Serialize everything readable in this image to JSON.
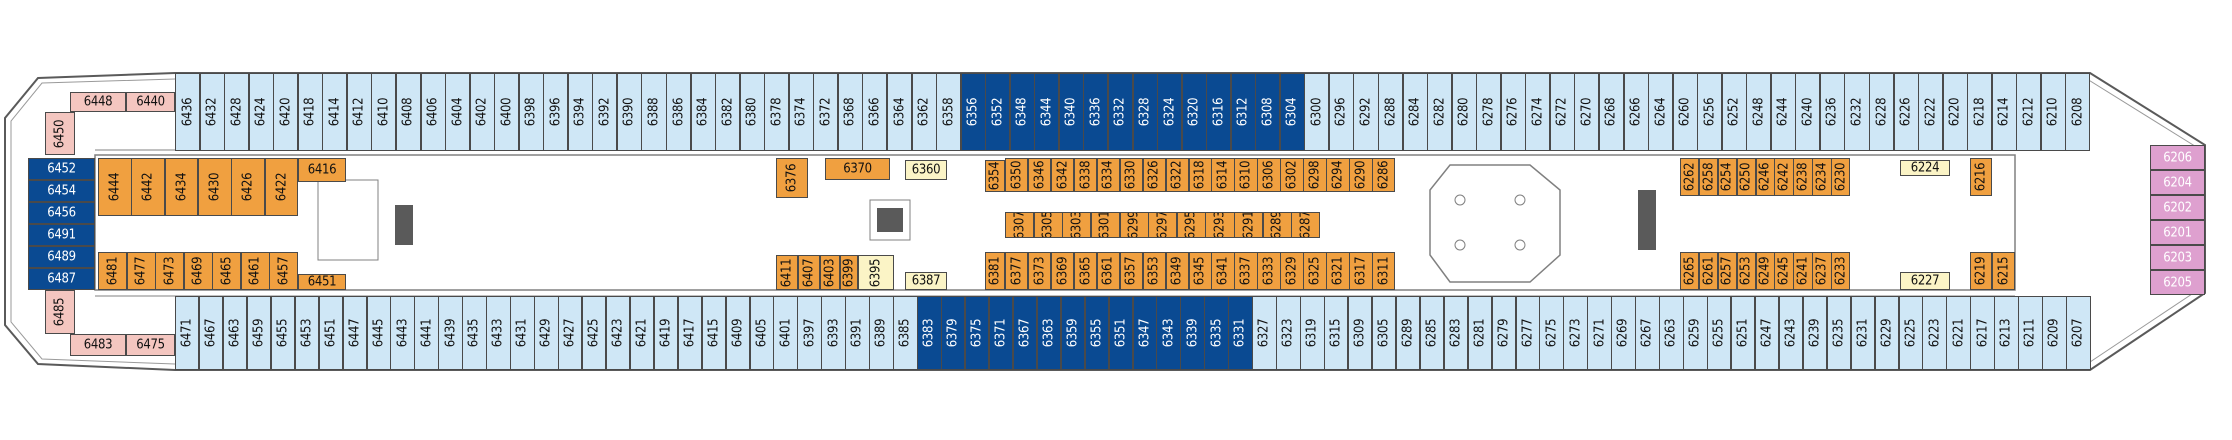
{
  "colors": {
    "outside": "#cfe7f6",
    "interior": "#f0a040",
    "balcony": "#0a4a92",
    "suite": "#f4c6c0",
    "spa": "#dea0cf",
    "service": "#fbf4c6",
    "hull": "#5a5a5a",
    "wall": "#808080"
  },
  "cabins": {
    "top_outer": [
      "6436",
      "6432",
      "6428",
      "6424",
      "6420",
      "6418",
      "6414",
      "6412",
      "6410",
      "6408",
      "6406",
      "6404",
      "6402",
      "6400",
      "6398",
      "6396",
      "6394",
      "6392",
      "6390",
      "6388",
      "6386",
      "6384",
      "6382",
      "6380",
      "6378",
      "6374",
      "6372",
      "6368",
      "6366",
      "6364",
      "6362",
      "6358",
      "6356",
      "6352",
      "6348",
      "6344",
      "6340",
      "6336",
      "6332",
      "6328",
      "6324",
      "6320",
      "6316",
      "6312",
      "6308",
      "6304",
      "6300",
      "6296",
      "6292",
      "6288",
      "6284",
      "6282",
      "6280",
      "6278",
      "6276",
      "6274",
      "6272",
      "6270",
      "6268",
      "6266",
      "6264",
      "6260",
      "6256",
      "6252",
      "6248",
      "6244",
      "6240",
      "6236",
      "6232",
      "6228",
      "6226",
      "6222",
      "6220",
      "6218",
      "6214",
      "6212",
      "6210",
      "6208"
    ],
    "top_outer_balcony_from": "6356",
    "top_outer_balcony_to": "6304",
    "bottom_outer": [
      "6471",
      "6467",
      "6463",
      "6459",
      "6455",
      "6453",
      "6451",
      "6447",
      "6445",
      "6443",
      "6441",
      "6439",
      "6435",
      "6433",
      "6431",
      "6429",
      "6427",
      "6425",
      "6423",
      "6421",
      "6419",
      "6417",
      "6415",
      "6409",
      "6405",
      "6401",
      "6397",
      "6393",
      "6391",
      "6389",
      "6385",
      "6383",
      "6379",
      "6375",
      "6371",
      "6367",
      "6363",
      "6359",
      "6355",
      "6351",
      "6347",
      "6343",
      "6339",
      "6335",
      "6331",
      "6327",
      "6323",
      "6319",
      "6315",
      "6309",
      "6305",
      "6289",
      "6285",
      "6283",
      "6281",
      "6279",
      "6277",
      "6275",
      "6273",
      "6271",
      "6269",
      "6267",
      "6263",
      "6259",
      "6255",
      "6251",
      "6247",
      "6243",
      "6239",
      "6235",
      "6231",
      "6229",
      "6225",
      "6223",
      "6221",
      "6217",
      "6213",
      "6211",
      "6209",
      "6207"
    ],
    "bottom_outer_balcony_from": "6383",
    "bottom_outer_balcony_to": "6331",
    "fwd_left_top": [
      "6444",
      "6442",
      "6434",
      "6430",
      "6426",
      "6422"
    ],
    "fwd_left_bottom": [
      "6481",
      "6477",
      "6473",
      "6469",
      "6465",
      "6461",
      "6457"
    ],
    "mid_upper_interior": [
      "6350",
      "6346",
      "6342",
      "6338",
      "6334",
      "6330",
      "6326",
      "6322",
      "6318",
      "6314",
      "6310",
      "6306",
      "6302",
      "6298",
      "6294",
      "6290",
      "6286"
    ],
    "mid_center_row": [
      "6307",
      "6305",
      "6303",
      "6301",
      "6299",
      "6297",
      "6295",
      "6293",
      "6291",
      "6289",
      "6287"
    ],
    "mid_lower_interior": [
      "6377",
      "6373",
      "6369",
      "6365",
      "6361",
      "6357",
      "6353",
      "6349",
      "6345",
      "6341",
      "6337",
      "6333",
      "6329",
      "6325",
      "6321",
      "6317",
      "6311"
    ],
    "aft_upper_interior": [
      "6262",
      "6258",
      "6254",
      "6250",
      "6246",
      "6242",
      "6238",
      "6234",
      "6230"
    ],
    "aft_lower_interior": [
      "6265",
      "6261",
      "6257",
      "6253",
      "6249",
      "6245",
      "6241",
      "6237",
      "6233"
    ],
    "misc": {
      "c6416": "6416",
      "c6451": "6451",
      "c6376": "6376",
      "c6370": "6370",
      "c6360": "6360",
      "c6387": "6387",
      "c6395": "6395",
      "c6411": "6411",
      "c6407": "6407",
      "c6403": "6403",
      "c6399": "6399",
      "c6381": "6381",
      "c6354": "6354",
      "c6224": "6224",
      "c6227": "6227",
      "c6216": "6216",
      "c6219": "6219",
      "c6215": "6215"
    },
    "suites": {
      "s6448": "6448",
      "s6440": "6440",
      "s6450": "6450",
      "s6483": "6483",
      "s6475": "6475",
      "s6485": "6485"
    },
    "left_balcony": [
      "6452",
      "6454",
      "6456",
      "6491",
      "6489",
      "6487"
    ],
    "spa": [
      "6206",
      "6204",
      "6202",
      "6201",
      "6203",
      "6205"
    ]
  }
}
